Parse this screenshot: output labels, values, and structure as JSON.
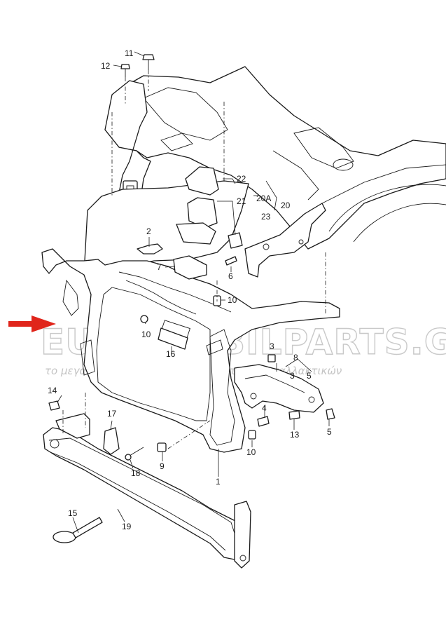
{
  "watermark": {
    "line1": "EUROMOBILPARTS.GR",
    "line2": "το μεγαλύτερο ηλεκτρονικό κατάστημα ανταλλακτικών"
  },
  "arrow_color": "#e0251b",
  "callouts": {
    "c1": "1",
    "c2": "2",
    "c3a": "3",
    "c3b": "3",
    "c4": "4",
    "c5a": "5",
    "c5b": "5",
    "c6": "6",
    "c7": "7",
    "c8": "8",
    "c9a": "9",
    "c10a": "10",
    "c10b": "10",
    "c10c": "10",
    "c11": "11",
    "c12": "12",
    "c13": "13",
    "c14": "14",
    "c15": "15",
    "c16": "16",
    "c17": "17",
    "c18": "18",
    "c19": "19",
    "c20": "20",
    "c20a": "20A",
    "c21": "21",
    "c22": "22",
    "c23": "23"
  }
}
